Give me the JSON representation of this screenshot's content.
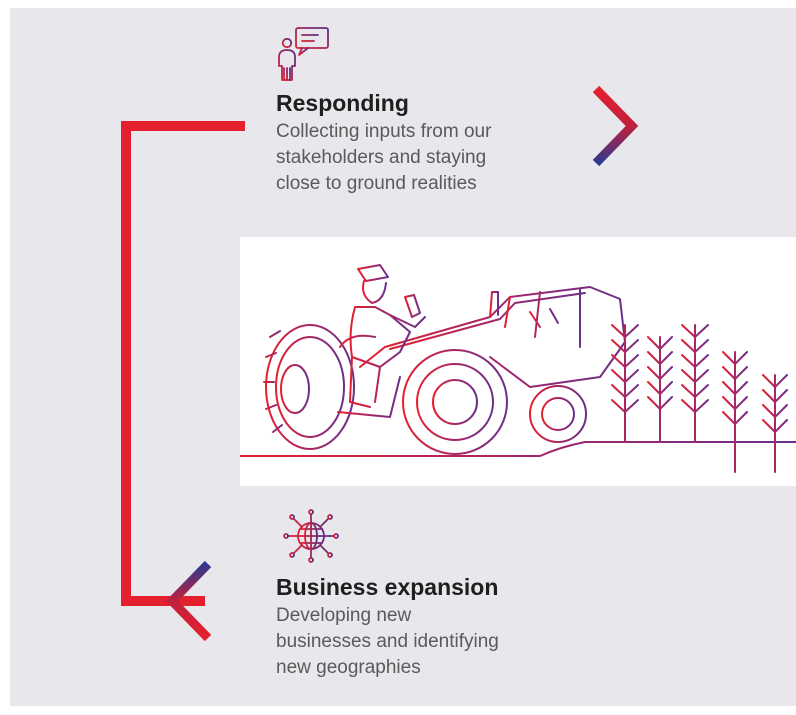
{
  "colors": {
    "red": "#e5202e",
    "purple": "#6b2f8a",
    "navy": "#2b3990",
    "text_dark": "#1f1f1f",
    "text_gray": "#5a5a5a",
    "background": "#e8e8ec"
  },
  "icons": {
    "responding": "person-speech-bubble-icon",
    "business_expansion": "network-globe-icon"
  },
  "responding": {
    "title": "Responding",
    "description": "Collecting inputs from our\nstakeholders and staying\nclose to ground realities"
  },
  "business_expansion": {
    "title": "Business expansion",
    "description": "Developing new\nbusinesses and identifying\nnew geographies"
  },
  "illustration": "farmer-on-tractor-with-crops"
}
